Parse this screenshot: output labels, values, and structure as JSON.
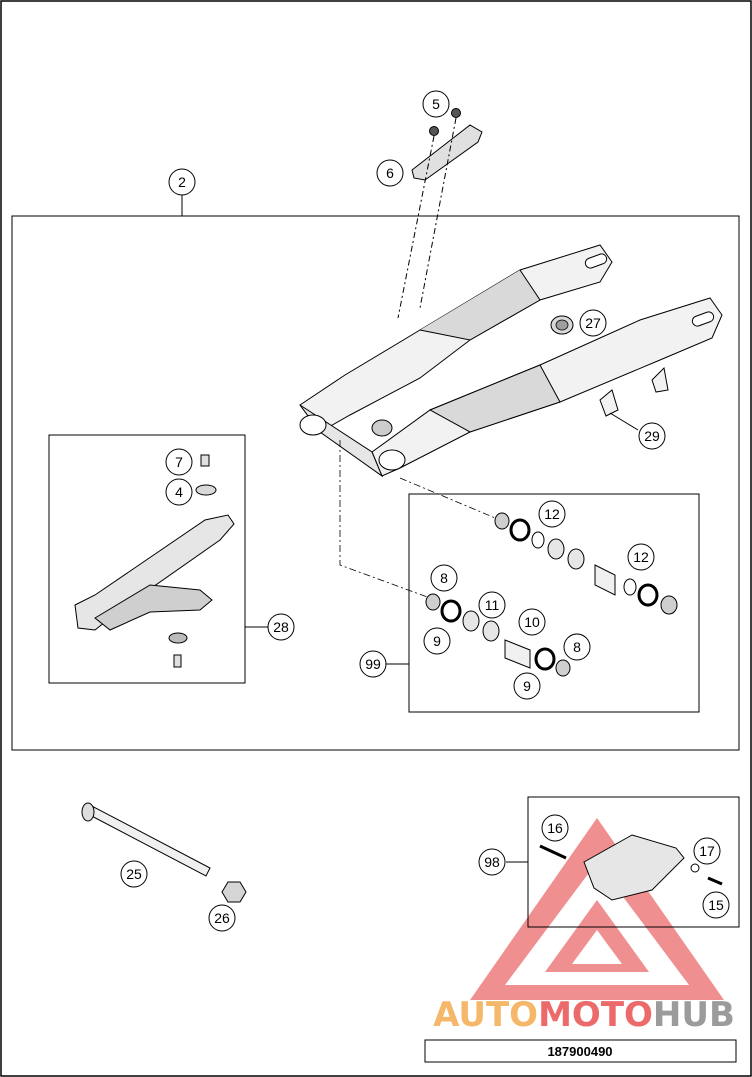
{
  "drawing": {
    "part_number": "187900490",
    "watermark": {
      "part1": "AUTO",
      "part2": "MOTO",
      "part3": "HUB"
    },
    "colors": {
      "line": "#000000",
      "part_fill": "#f2f2f2",
      "part_shade": "#d9d9d9",
      "wm_orange": "#f5b86a",
      "wm_red": "#ec6a6a",
      "wm_gray": "#9b9b9b"
    }
  },
  "callouts": [
    {
      "id": "c5",
      "label": "5"
    },
    {
      "id": "c6",
      "label": "6"
    },
    {
      "id": "c2",
      "label": "2"
    },
    {
      "id": "c27",
      "label": "27"
    },
    {
      "id": "c29",
      "label": "29"
    },
    {
      "id": "c7",
      "label": "7"
    },
    {
      "id": "c4",
      "label": "4"
    },
    {
      "id": "c28",
      "label": "28"
    },
    {
      "id": "c12a",
      "label": "12"
    },
    {
      "id": "c12b",
      "label": "12"
    },
    {
      "id": "c8a",
      "label": "8"
    },
    {
      "id": "c11",
      "label": "11"
    },
    {
      "id": "c10",
      "label": "10"
    },
    {
      "id": "c9a",
      "label": "9"
    },
    {
      "id": "c8b",
      "label": "8"
    },
    {
      "id": "c9b",
      "label": "9"
    },
    {
      "id": "c99",
      "label": "99"
    },
    {
      "id": "c16",
      "label": "16"
    },
    {
      "id": "c17",
      "label": "17"
    },
    {
      "id": "c15",
      "label": "15"
    },
    {
      "id": "c98",
      "label": "98"
    },
    {
      "id": "c25",
      "label": "25"
    },
    {
      "id": "c26",
      "label": "26"
    }
  ]
}
